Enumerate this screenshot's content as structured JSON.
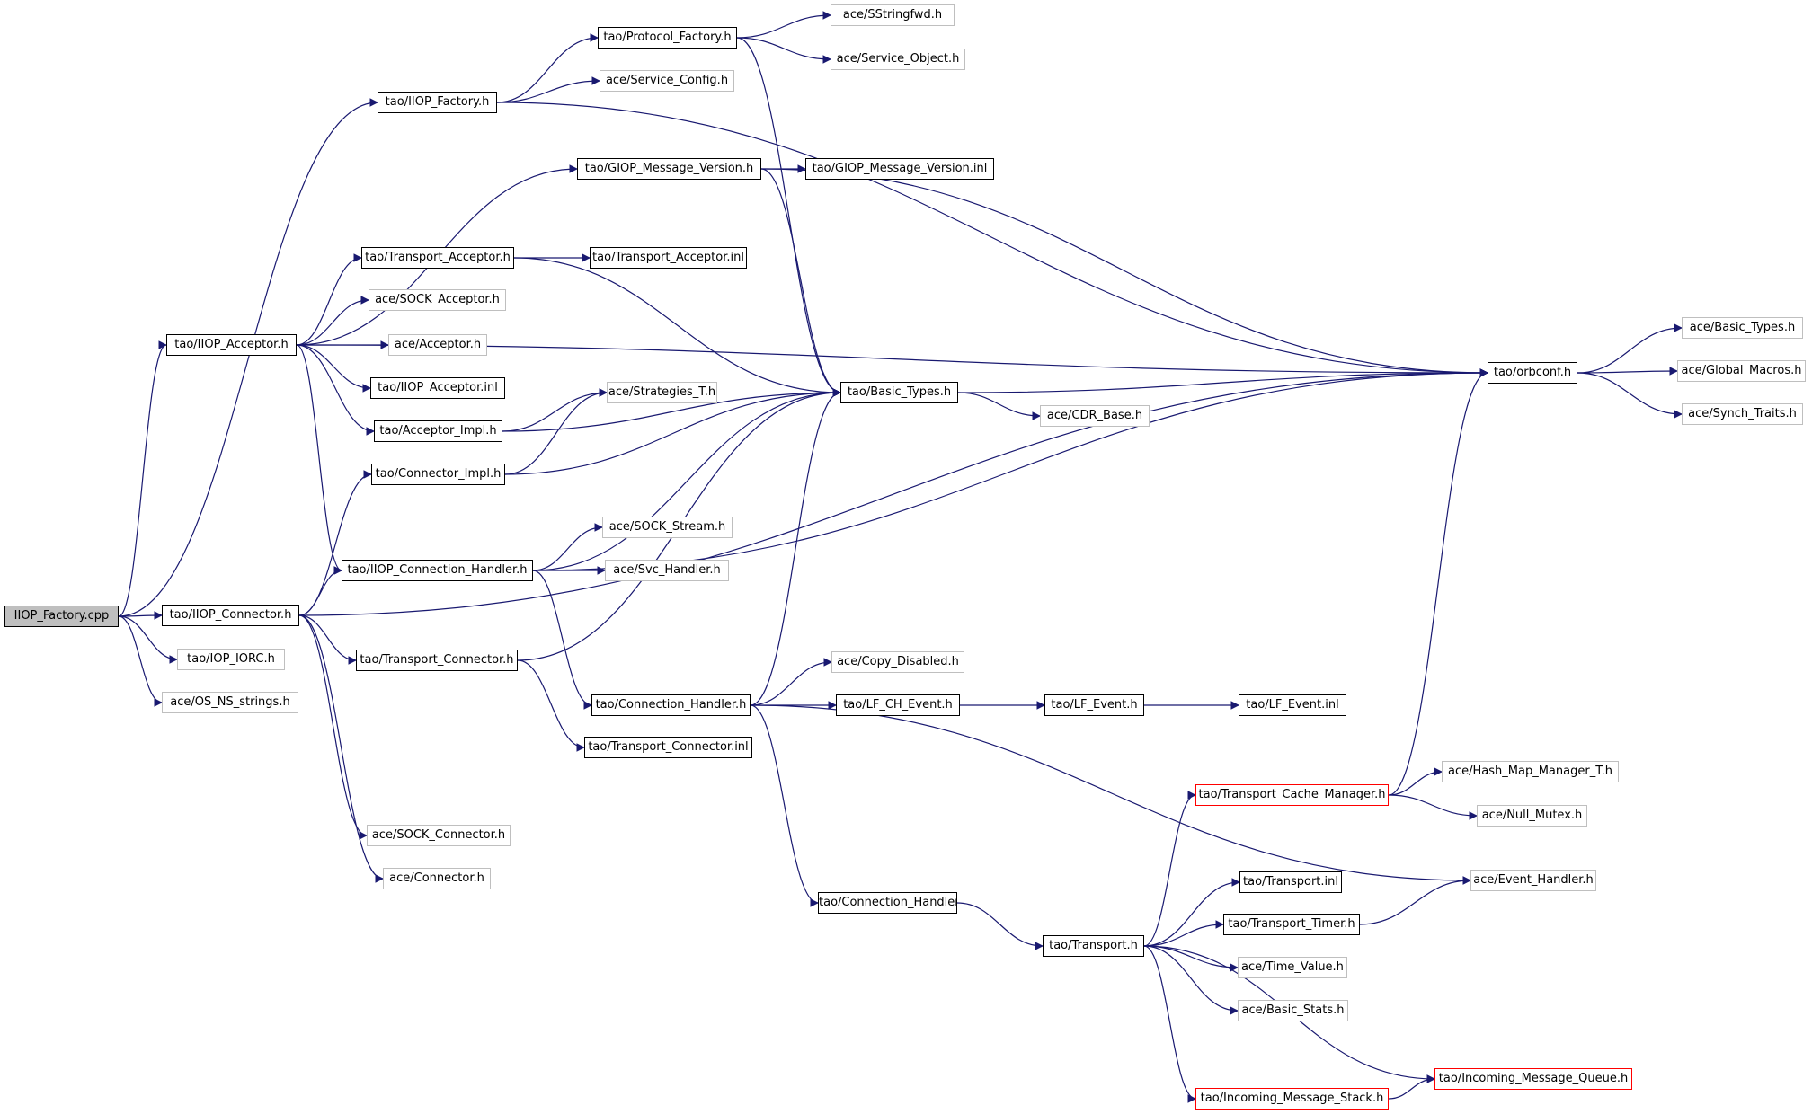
{
  "graph": {
    "edge_color": "#191970",
    "nodes": [
      {
        "id": "n0",
        "label": "IIOP_Factory.cpp",
        "kind": "root"
      },
      {
        "id": "n1",
        "label": "tao/IIOP_Factory.h",
        "kind": "documented"
      },
      {
        "id": "n2",
        "label": "tao/Protocol_Factory.h",
        "kind": "documented"
      },
      {
        "id": "n3",
        "label": "ace/SStringfwd.h",
        "kind": "external"
      },
      {
        "id": "n4",
        "label": "ace/Service_Object.h",
        "kind": "external"
      },
      {
        "id": "n5",
        "label": "ace/Service_Config.h",
        "kind": "external"
      },
      {
        "id": "n6",
        "label": "tao/GIOP_Message_Version.h",
        "kind": "documented"
      },
      {
        "id": "n7",
        "label": "tao/GIOP_Message_Version.inl",
        "kind": "documented"
      },
      {
        "id": "n8",
        "label": "tao/Transport_Acceptor.h",
        "kind": "documented"
      },
      {
        "id": "n9",
        "label": "tao/Transport_Acceptor.inl",
        "kind": "documented"
      },
      {
        "id": "n10",
        "label": "ace/SOCK_Acceptor.h",
        "kind": "external"
      },
      {
        "id": "n11",
        "label": "tao/IIOP_Acceptor.h",
        "kind": "documented"
      },
      {
        "id": "n12",
        "label": "ace/Acceptor.h",
        "kind": "external"
      },
      {
        "id": "n13",
        "label": "tao/IIOP_Acceptor.inl",
        "kind": "documented"
      },
      {
        "id": "n14",
        "label": "tao/Acceptor_Impl.h",
        "kind": "documented"
      },
      {
        "id": "n15",
        "label": "ace/Strategies_T.h",
        "kind": "external"
      },
      {
        "id": "n16",
        "label": "tao/Connector_Impl.h",
        "kind": "documented"
      },
      {
        "id": "n17",
        "label": "tao/Basic_Types.h",
        "kind": "documented"
      },
      {
        "id": "n18",
        "label": "ace/CDR_Base.h",
        "kind": "external"
      },
      {
        "id": "n19",
        "label": "tao/orbconf.h",
        "kind": "documented"
      },
      {
        "id": "n20",
        "label": "ace/Basic_Types.h",
        "kind": "external"
      },
      {
        "id": "n21",
        "label": "ace/Global_Macros.h",
        "kind": "external"
      },
      {
        "id": "n22",
        "label": "ace/Synch_Traits.h",
        "kind": "external"
      },
      {
        "id": "n23",
        "label": "ace/SOCK_Stream.h",
        "kind": "external"
      },
      {
        "id": "n24",
        "label": "tao/IIOP_Connection_Handler.h",
        "kind": "documented"
      },
      {
        "id": "n25",
        "label": "ace/Svc_Handler.h",
        "kind": "external"
      },
      {
        "id": "n26",
        "label": "tao/IIOP_Connector.h",
        "kind": "documented"
      },
      {
        "id": "n27",
        "label": "tao/IOP_IORC.h",
        "kind": "external"
      },
      {
        "id": "n28",
        "label": "ace/OS_NS_strings.h",
        "kind": "external"
      },
      {
        "id": "n29",
        "label": "tao/Transport_Connector.h",
        "kind": "documented"
      },
      {
        "id": "n30",
        "label": "ace/Copy_Disabled.h",
        "kind": "external"
      },
      {
        "id": "n31",
        "label": "tao/Connection_Handler.h",
        "kind": "documented"
      },
      {
        "id": "n32",
        "label": "tao/LF_CH_Event.h",
        "kind": "documented"
      },
      {
        "id": "n33",
        "label": "tao/LF_Event.h",
        "kind": "documented"
      },
      {
        "id": "n34",
        "label": "tao/LF_Event.inl",
        "kind": "documented"
      },
      {
        "id": "n35",
        "label": "tao/Transport_Connector.inl",
        "kind": "documented"
      },
      {
        "id": "n36",
        "label": "tao/Transport_Cache_Manager.h",
        "kind": "incomplete"
      },
      {
        "id": "n37",
        "label": "ace/Hash_Map_Manager_T.h",
        "kind": "external"
      },
      {
        "id": "n38",
        "label": "ace/Null_Mutex.h",
        "kind": "external"
      },
      {
        "id": "n39",
        "label": "ace/SOCK_Connector.h",
        "kind": "external"
      },
      {
        "id": "n40",
        "label": "ace/Connector.h",
        "kind": "external"
      },
      {
        "id": "n41",
        "label": "tao/Transport.inl",
        "kind": "documented"
      },
      {
        "id": "n42",
        "label": "ace/Event_Handler.h",
        "kind": "external"
      },
      {
        "id": "n43",
        "label": "tao/Connection_Handler.inl",
        "kind": "documented"
      },
      {
        "id": "n44",
        "label": "tao/Transport_Timer.h",
        "kind": "documented"
      },
      {
        "id": "n45",
        "label": "tao/Transport.h",
        "kind": "documented"
      },
      {
        "id": "n46",
        "label": "ace/Time_Value.h",
        "kind": "external"
      },
      {
        "id": "n47",
        "label": "ace/Basic_Stats.h",
        "kind": "external"
      },
      {
        "id": "n48",
        "label": "tao/Incoming_Message_Queue.h",
        "kind": "incomplete"
      },
      {
        "id": "n49",
        "label": "tao/Incoming_Message_Stack.h",
        "kind": "incomplete"
      }
    ],
    "edges": [
      [
        "n0",
        "n1"
      ],
      [
        "n0",
        "n11"
      ],
      [
        "n0",
        "n26"
      ],
      [
        "n0",
        "n27"
      ],
      [
        "n0",
        "n28"
      ],
      [
        "n1",
        "n2"
      ],
      [
        "n1",
        "n5"
      ],
      [
        "n1",
        "n19"
      ],
      [
        "n2",
        "n3"
      ],
      [
        "n2",
        "n4"
      ],
      [
        "n2",
        "n17"
      ],
      [
        "n11",
        "n6"
      ],
      [
        "n11",
        "n8"
      ],
      [
        "n11",
        "n10"
      ],
      [
        "n11",
        "n12"
      ],
      [
        "n11",
        "n13"
      ],
      [
        "n11",
        "n14"
      ],
      [
        "n11",
        "n24"
      ],
      [
        "n11",
        "n19"
      ],
      [
        "n6",
        "n7"
      ],
      [
        "n6",
        "n17"
      ],
      [
        "n6",
        "n19"
      ],
      [
        "n8",
        "n9"
      ],
      [
        "n8",
        "n17"
      ],
      [
        "n14",
        "n15"
      ],
      [
        "n14",
        "n17"
      ],
      [
        "n16",
        "n15"
      ],
      [
        "n16",
        "n17"
      ],
      [
        "n17",
        "n18"
      ],
      [
        "n17",
        "n19"
      ],
      [
        "n19",
        "n20"
      ],
      [
        "n19",
        "n21"
      ],
      [
        "n19",
        "n22"
      ],
      [
        "n26",
        "n16"
      ],
      [
        "n26",
        "n24"
      ],
      [
        "n26",
        "n29"
      ],
      [
        "n26",
        "n39"
      ],
      [
        "n26",
        "n40"
      ],
      [
        "n26",
        "n19"
      ],
      [
        "n24",
        "n17"
      ],
      [
        "n24",
        "n23"
      ],
      [
        "n24",
        "n25"
      ],
      [
        "n24",
        "n31"
      ],
      [
        "n24",
        "n19"
      ],
      [
        "n29",
        "n17"
      ],
      [
        "n29",
        "n35"
      ],
      [
        "n31",
        "n17"
      ],
      [
        "n31",
        "n30"
      ],
      [
        "n31",
        "n32"
      ],
      [
        "n31",
        "n42"
      ],
      [
        "n31",
        "n43"
      ],
      [
        "n32",
        "n33"
      ],
      [
        "n33",
        "n34"
      ],
      [
        "n43",
        "n45"
      ],
      [
        "n45",
        "n36"
      ],
      [
        "n45",
        "n41"
      ],
      [
        "n45",
        "n44"
      ],
      [
        "n45",
        "n46"
      ],
      [
        "n45",
        "n47"
      ],
      [
        "n45",
        "n48"
      ],
      [
        "n45",
        "n49"
      ],
      [
        "n36",
        "n37"
      ],
      [
        "n36",
        "n38"
      ],
      [
        "n36",
        "n19"
      ],
      [
        "n44",
        "n42"
      ],
      [
        "n49",
        "n48"
      ]
    ]
  }
}
